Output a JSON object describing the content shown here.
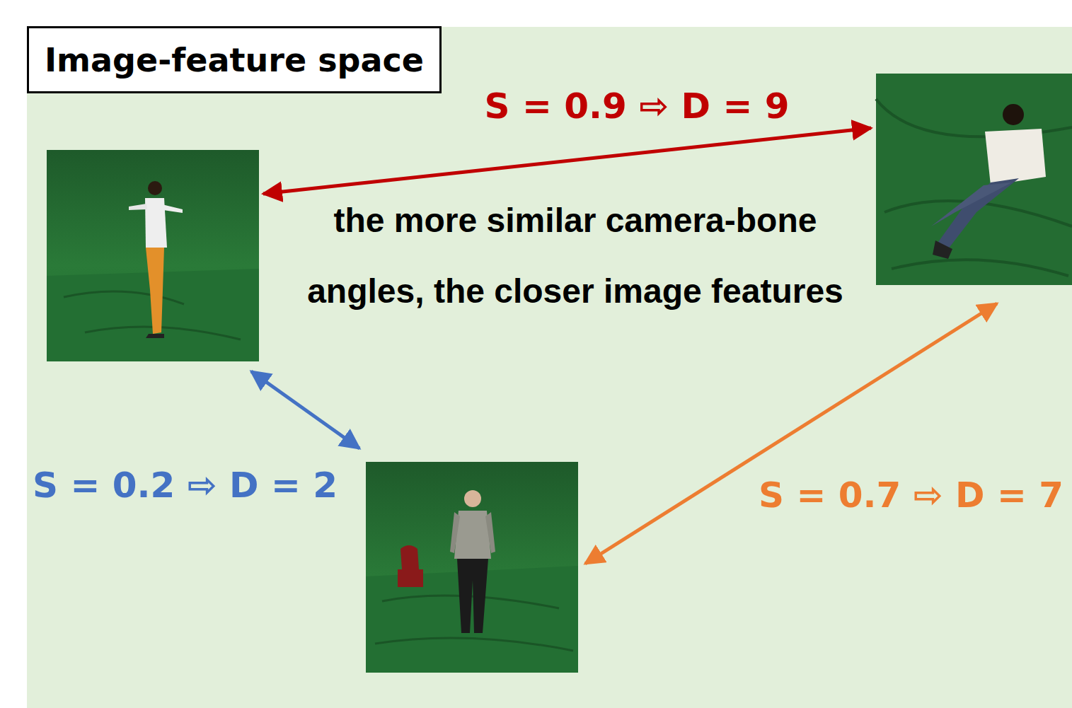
{
  "diagram": {
    "title": "Image-feature space",
    "labels": [
      "S = 0.9 ⇨ D = 9",
      "the more similar camera-bone angles, the closer image features",
      "S = 0.2 ⇨ D = 2",
      "S = 0.7 ⇨ D = 7"
    ]
  }
}
